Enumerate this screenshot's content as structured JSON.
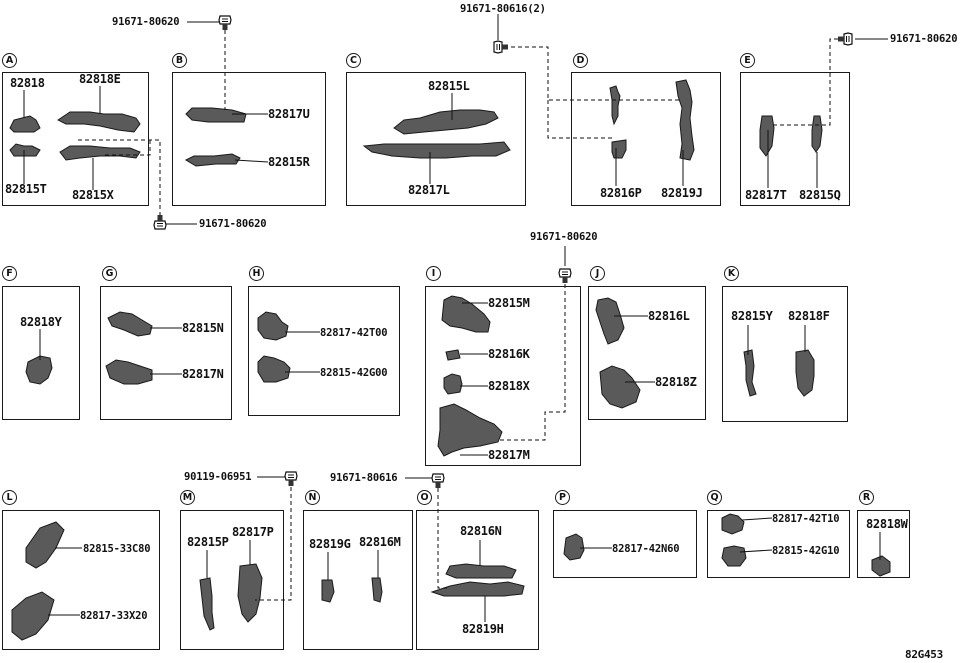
{
  "diagram_code": "82G453",
  "groups": [
    {
      "id": "A",
      "parts": [
        "82818",
        "82818E",
        "82815T",
        "82815X"
      ]
    },
    {
      "id": "B",
      "parts": [
        "82817U",
        "82815R"
      ]
    },
    {
      "id": "C",
      "parts": [
        "82815L",
        "82817L"
      ]
    },
    {
      "id": "D",
      "parts": [
        "82816P",
        "82819J"
      ]
    },
    {
      "id": "E",
      "parts": [
        "82817T",
        "82815Q"
      ]
    },
    {
      "id": "F",
      "parts": [
        "82818Y"
      ]
    },
    {
      "id": "G",
      "parts": [
        "82815N",
        "82817N"
      ]
    },
    {
      "id": "H",
      "parts": [
        "82817-42T00",
        "82815-42G00"
      ]
    },
    {
      "id": "I",
      "parts": [
        "82815M",
        "82816K",
        "82818X",
        "82817M"
      ]
    },
    {
      "id": "J",
      "parts": [
        "82816L",
        "82818Z"
      ]
    },
    {
      "id": "K",
      "parts": [
        "82815Y",
        "82818F"
      ]
    },
    {
      "id": "L",
      "parts": [
        "82815-33C80",
        "82817-33X20"
      ]
    },
    {
      "id": "M",
      "parts": [
        "82815P",
        "82817P"
      ]
    },
    {
      "id": "N",
      "parts": [
        "82819G",
        "82816M"
      ]
    },
    {
      "id": "O",
      "parts": [
        "82816N",
        "82819H"
      ]
    },
    {
      "id": "P",
      "parts": [
        "82817-42N60"
      ]
    },
    {
      "id": "Q",
      "parts": [
        "82817-42T10",
        "82815-42G10"
      ]
    },
    {
      "id": "R",
      "parts": [
        "82818W"
      ]
    }
  ],
  "fasteners": [
    "91671-80620",
    "91671-80616(2)",
    "91671-80620",
    "91671-80620",
    "91671-80620",
    "90119-06951",
    "91671-80616"
  ]
}
